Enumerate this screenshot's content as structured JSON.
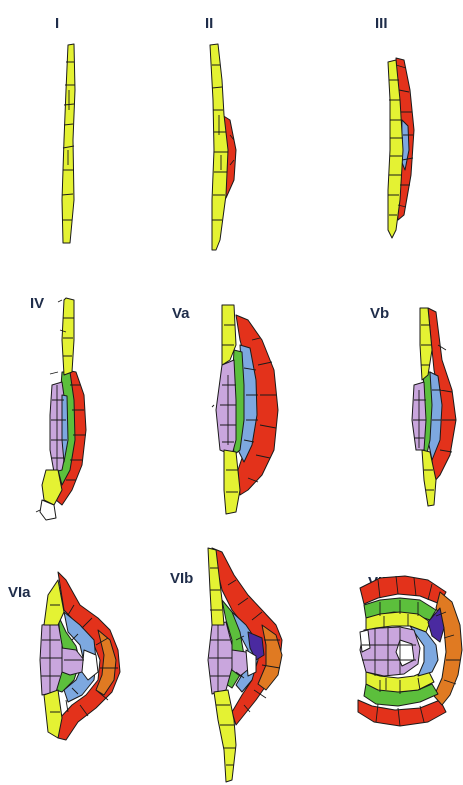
{
  "colors": {
    "epidermis": "#e4f233",
    "outer_layer": "#e3321b",
    "middle_layer": "#7da8e0",
    "inner_layer": "#c9a6dd",
    "green_layer": "#5cbf3c",
    "orange_layer": "#e07a22",
    "purple_layer": "#4a2aa0",
    "outline": "#1a1a1a",
    "label": "#1f2d4a"
  },
  "stages": [
    {
      "label": "I"
    },
    {
      "label": "II"
    },
    {
      "label": "III"
    },
    {
      "label": "IV"
    },
    {
      "label": "Va"
    },
    {
      "label": "Vb"
    },
    {
      "label": "VIa"
    },
    {
      "label": "VIb"
    },
    {
      "label": "VII"
    }
  ]
}
